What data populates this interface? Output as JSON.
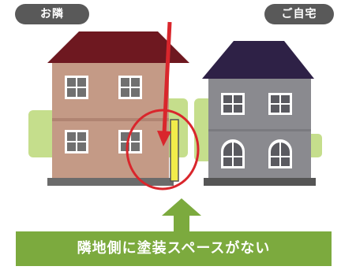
{
  "labels": {
    "neighbor": "お隣",
    "own_home": "ご自宅"
  },
  "caption": {
    "text": "隣地側に塗装スペースがない"
  },
  "colors": {
    "pill_bg": "#595959",
    "caption_bg": "#7caa3e",
    "arrow_red": "#d9262c",
    "arrow_green": "#7caa3e",
    "neighbor_roof": "#6e1820",
    "neighbor_wall": "#c49a86",
    "own_roof": "#2e2146",
    "own_wall": "#8a8a8f",
    "scaffold_yellow": "#f2ec4a",
    "shrub_green": "#c5de8c"
  },
  "icons": [
    "neighbor-house-illustration",
    "own-house-illustration",
    "red-down-arrow-icon",
    "red-circle-highlight",
    "scaffold-panel",
    "green-up-arrow-icon"
  ]
}
